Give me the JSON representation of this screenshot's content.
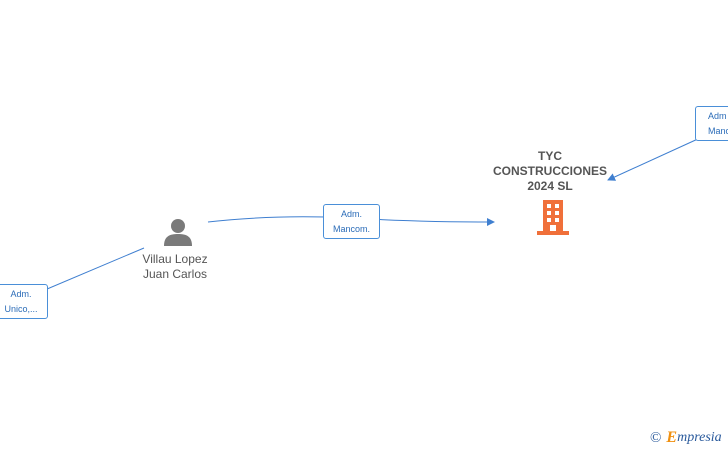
{
  "nodes": {
    "company": {
      "name_line1": "TYC",
      "name_line2": "CONSTRUCCIONES",
      "name_line3": "2024  SL",
      "icon": "building-icon",
      "color": "#f0703a"
    },
    "person": {
      "name_line1": "Villau Lopez",
      "name_line2": "Juan Carlos",
      "icon": "person-icon",
      "color": "#7a7a7a"
    }
  },
  "edges": {
    "person_to_company": {
      "line1": "Adm.",
      "line2": "Mancom."
    },
    "left_to_person": {
      "line1": "Adm.",
      "line2": "Unico,..."
    },
    "right_to_company": {
      "line1": "Adm",
      "line2": "Manco"
    }
  },
  "colors": {
    "edge": "#3f7fd0",
    "label_border": "#4a8fd8",
    "label_text": "#2b6cb8"
  },
  "watermark": {
    "copyright": "©",
    "brand_initial": "E",
    "brand_rest": "mpresia"
  }
}
